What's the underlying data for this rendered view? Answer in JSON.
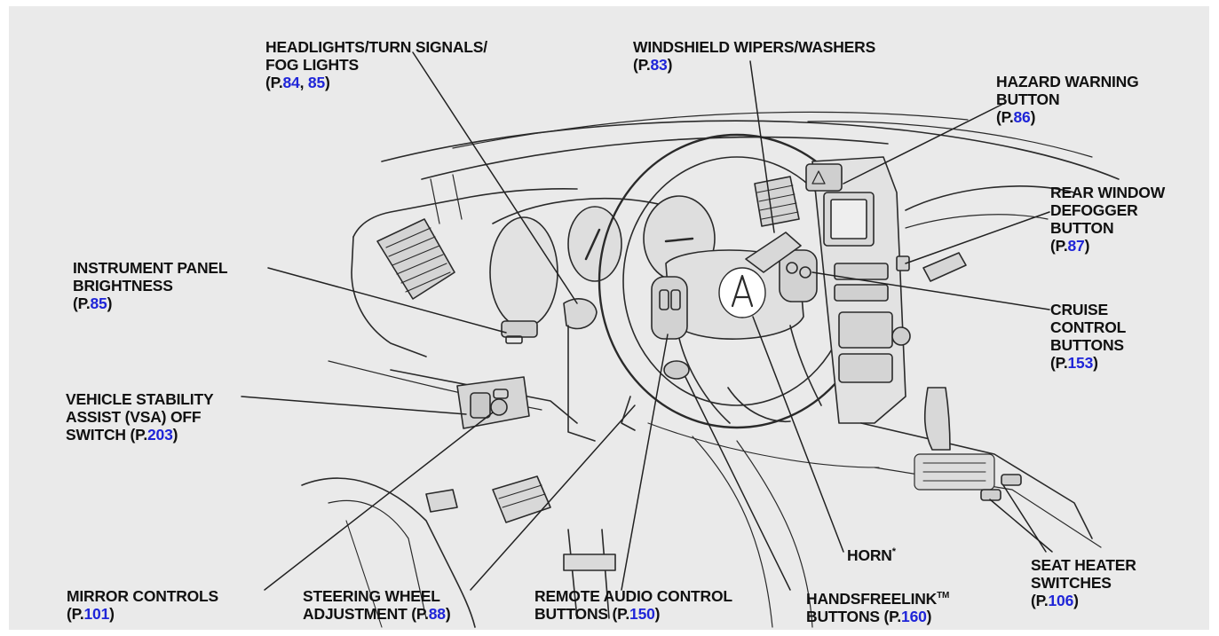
{
  "callouts": {
    "headlights": {
      "l1": "HEADLIGHTS/TURN SIGNALS/",
      "l2": "FOG LIGHTS",
      "p_open": "(P.",
      "p1": "84",
      "sep": ", ",
      "p2": "85",
      "p_close": ")"
    },
    "wipers": {
      "l1": "WINDSHIELD WIPERS/WASHERS",
      "p_open": "(P.",
      "p1": "83",
      "p_close": ")"
    },
    "hazard": {
      "l1": "HAZARD WARNING",
      "l2": "BUTTON",
      "p_open": "(P.",
      "p1": "86",
      "p_close": ")"
    },
    "defogger": {
      "l1": "REAR WINDOW",
      "l2": "DEFOGGER",
      "l3": "BUTTON",
      "p_open": "(P.",
      "p1": "87",
      "p_close": ")"
    },
    "instrument": {
      "l1": "INSTRUMENT PANEL",
      "l2": "BRIGHTNESS",
      "p_open": "(P.",
      "p1": "85",
      "p_close": ")"
    },
    "cruise": {
      "l1": "CRUISE",
      "l2": "CONTROL",
      "l3": "BUTTONS",
      "p_open": "(P.",
      "p1": "153",
      "p_close": ")"
    },
    "vsa": {
      "l1": "VEHICLE STABILITY",
      "l2": "ASSIST (VSA) OFF",
      "l3": "SWITCH  (P.",
      "p1": "203",
      "p_close": ")"
    },
    "horn": {
      "l1": "HORN",
      "mark": "*"
    },
    "seat": {
      "l1": "SEAT HEATER",
      "l2": "SWITCHES",
      "p_open": "(P.",
      "p1": "106",
      "p_close": ")"
    },
    "mirror": {
      "l1": "MIRROR CONTROLS",
      "p_open": "(P.",
      "p1": "101",
      "p_close": ")"
    },
    "steering": {
      "l1": "STEERING WHEEL",
      "l2": "ADJUSTMENT  (P.",
      "p1": "88",
      "p_close": ")"
    },
    "audio": {
      "l1": "REMOTE AUDIO CONTROL",
      "l2": "BUTTONS (P.",
      "p1": "150",
      "p_close": ")"
    },
    "handsfree": {
      "l1": "HANDSFREELINK",
      "tm": "TM",
      "l2": "BUTTONS  (P.",
      "p1": "160",
      "p_close": ")"
    }
  },
  "colors": {
    "link": "#1f25d8",
    "background": "#eaeaea",
    "ink": "#111111"
  }
}
